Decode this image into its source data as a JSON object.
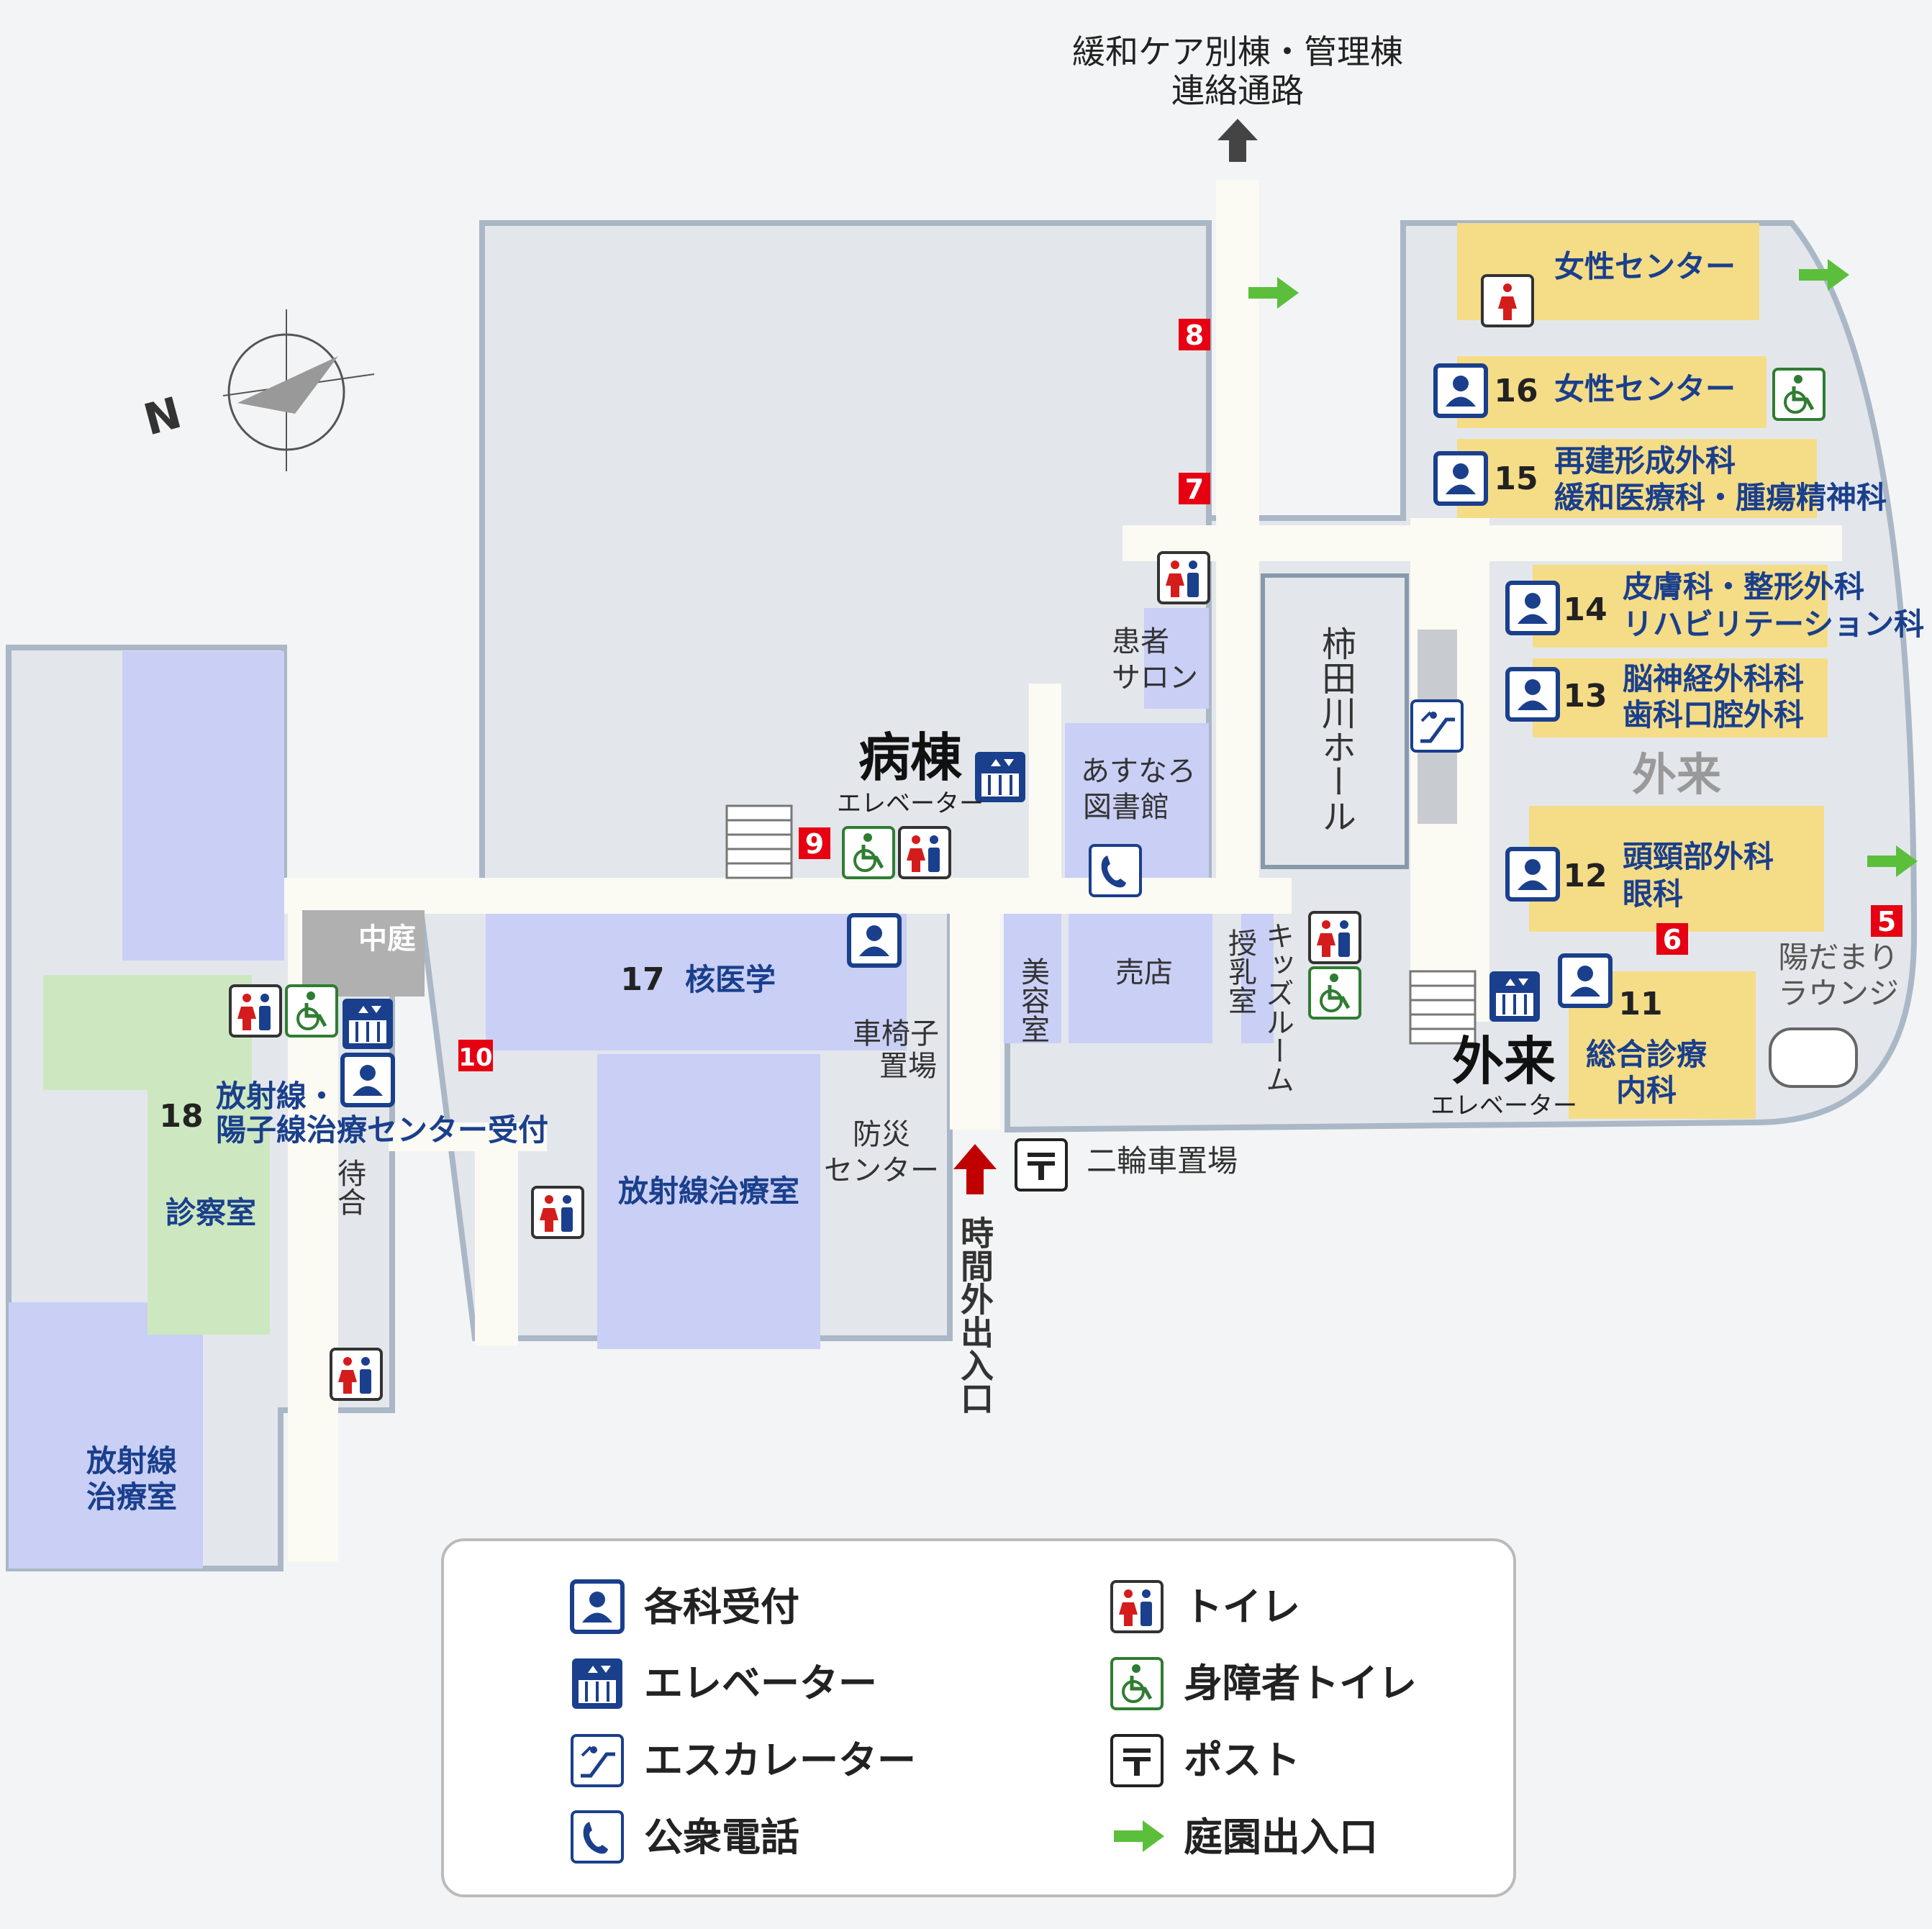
{
  "connector": {
    "line1": "緩和ケア別棟・管理棟",
    "line2": "連絡通路"
  },
  "compass": {
    "north": "N"
  },
  "markers": [
    "5",
    "6",
    "7",
    "8",
    "9",
    "10"
  ],
  "buildings": {
    "ward": {
      "title": "病棟",
      "elevator": "エレベーター"
    },
    "outpatient": {
      "title": "外来",
      "elevator": "エレベーター"
    }
  },
  "rooms": {
    "womens_center_top": "女性センター",
    "womens_center": "女性センター",
    "plastic_1": "再建形成外科",
    "plastic_2": "緩和医療科・腫瘍精神科",
    "derm_1": "皮膚科・整形外科",
    "derm_2": "リハビリテーション科",
    "neuro_1": "脳神経外科科",
    "neuro_2": "歯科口腔外科",
    "outpatient_area": "外来",
    "headneck_1": "頭頸部外科",
    "headneck_2": "眼科",
    "sunny_1": "陽だまり",
    "sunny_2": "ラウンジ",
    "general_1": "総合診療",
    "general_2": "内科",
    "hall": "柿田川ホール",
    "salon_1": "患者",
    "salon_2": "サロン",
    "library_1": "あすなろ",
    "library_2": "図書館",
    "kids": "キッズルーム",
    "nursing": "授乳室",
    "beauty": "美容室",
    "shop": "売店",
    "nuclear": "核医学",
    "wheelchair_1": "車椅子",
    "wheelchair_2": "置場",
    "disaster_1": "防災",
    "disaster_2": "センター",
    "bike_parking": "二輪車置場",
    "night_entrance": "時間外出入口",
    "courtyard": "中庭",
    "radiation_reception_1": "放射線・",
    "radiation_reception_2": "陽子線治療センター受付",
    "waiting": "待合",
    "exam_room": "診察室",
    "radiotherapy_room": "放射線治療室",
    "radiotherapy_room_2_line1": "放射線",
    "radiotherapy_room_2_line2": "治療室"
  },
  "dept_numbers": [
    "11",
    "12",
    "13",
    "14",
    "15",
    "16",
    "17",
    "18"
  ],
  "legend": {
    "reception": "各科受付",
    "elevator": "エレベーター",
    "escalator": "エスカレーター",
    "phone": "公衆電話",
    "toilet": "トイレ",
    "accessible_toilet": "身障者トイレ",
    "post": "ポスト",
    "garden_entrance": "庭園出入口"
  },
  "colors": {
    "outpatient_room": "#f5dc87",
    "clinic_room": "#c9cff5",
    "green_room": "#cde8c0",
    "corridor": "#fbfaf3",
    "wall": "#a9b7c6",
    "marker": "#e60012",
    "garden_arrow": "#5bbf3c",
    "night_arrow": "#c00000",
    "icon_blue": "#1a3f8c"
  }
}
